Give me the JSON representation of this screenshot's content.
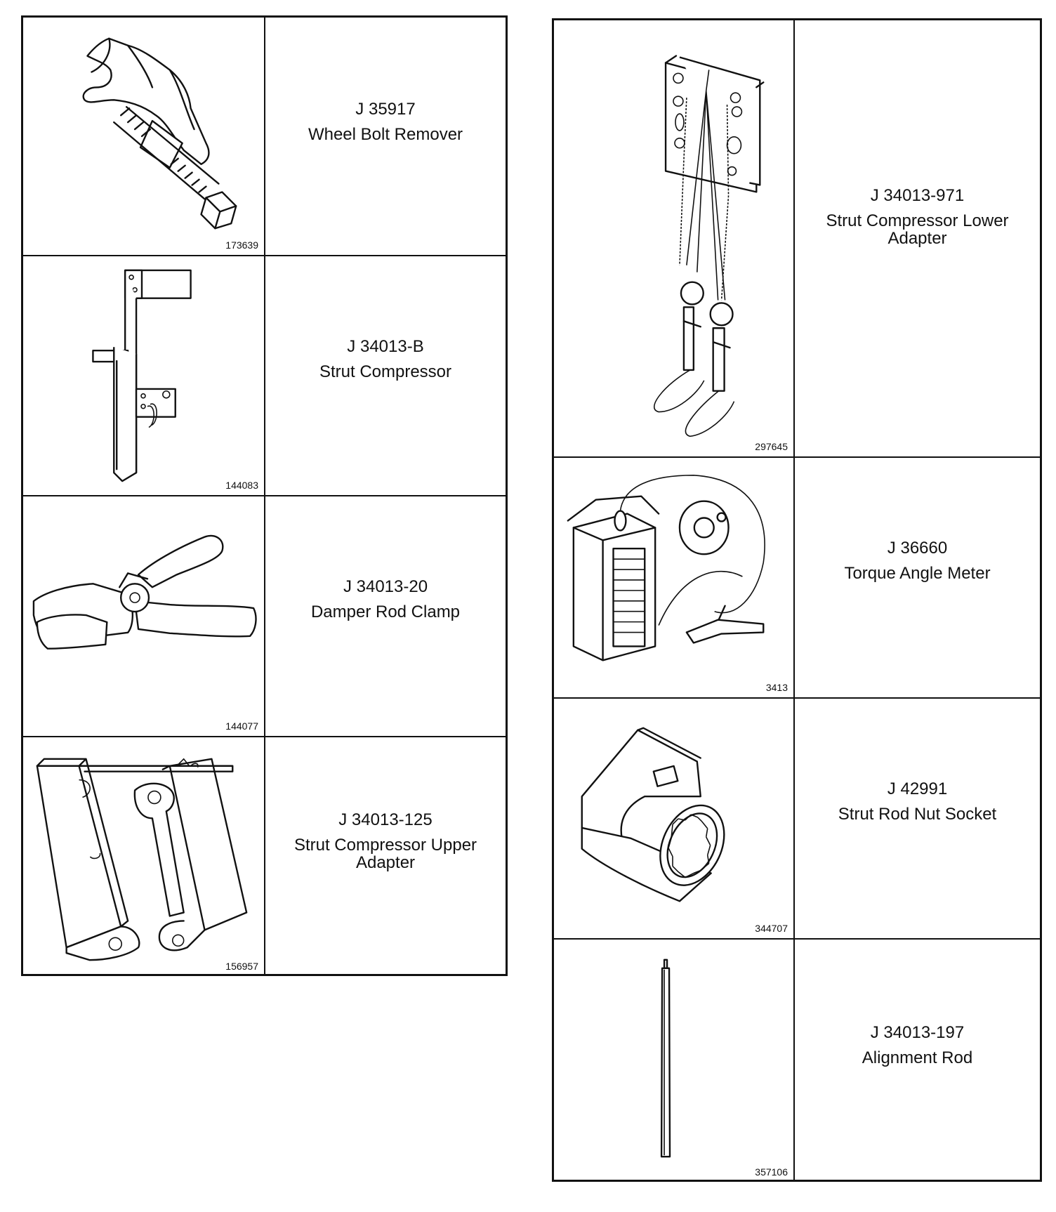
{
  "left_tools": [
    {
      "part_number": "J 35917",
      "name": "Wheel Bolt Remover",
      "figure": "173639",
      "icon": "wheel-bolt-remover-icon"
    },
    {
      "part_number": "J 34013-B",
      "name": "Strut Compressor",
      "figure": "144083",
      "icon": "strut-compressor-icon"
    },
    {
      "part_number": "J 34013-20",
      "name": "Damper Rod Clamp",
      "figure": "144077",
      "icon": "damper-rod-clamp-icon"
    },
    {
      "part_number": "J 34013-125",
      "name": "Strut Compressor Upper Adapter",
      "figure": "156957",
      "icon": "upper-adapter-icon"
    }
  ],
  "right_tools": [
    {
      "part_number": "J 34013-971",
      "name": "Strut Compressor Lower Adapter",
      "figure": "297645",
      "icon": "lower-adapter-icon"
    },
    {
      "part_number": "J 36660",
      "name": "Torque Angle Meter",
      "figure": "3413",
      "icon": "torque-angle-meter-icon"
    },
    {
      "part_number": "J 42991",
      "name": "Strut Rod Nut Socket",
      "figure": "344707",
      "icon": "strut-rod-nut-socket-icon"
    },
    {
      "part_number": "J 34013-197",
      "name": "Alignment Rod",
      "figure": "357106",
      "icon": "alignment-rod-icon"
    }
  ]
}
